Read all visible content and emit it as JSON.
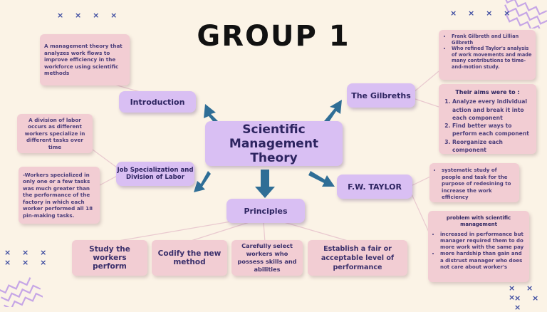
{
  "title": "GROUP 1",
  "center": {
    "line1": "Scientific",
    "line2": "Management Theory"
  },
  "introduction": {
    "label": "Introduction",
    "note": "A management theory that analyzes work flows to improve efficiency in the workforce using scientific methods"
  },
  "gilbreths": {
    "label": "The Gilbreths",
    "bullets": [
      "Frank Gilbreth and Lillian Gilbreth",
      "Who refined Taylor's analysis of work movements and made many contributions to time-and-motion study."
    ],
    "aims_heading": "Their aims were to :",
    "aims": [
      "Analyze every individual action and break it into each component",
      "Find better ways to perform each component",
      "Reorganize each component"
    ]
  },
  "specialization": {
    "label1": "Job Specialization and",
    "label2": "Division of Labor",
    "note1": "A division of labor occurs as different workers specialize in different tasks over time",
    "note2": "-Workers specialized in only one or a few tasks was much greater than the performance of the factory in which each worker performed all 18 pin-making tasks."
  },
  "taylor": {
    "label": "F.W. TAYLOR",
    "bullets": [
      "systematic study of people and task for the purpose of redesining to increase the work efficiency"
    ],
    "problem_heading": "problem with scientific management",
    "problem_bullets": [
      "increased in performance but manager required them to do more work with the same pay",
      "more hardship than gain and a distrust manager who does not care about worker's"
    ]
  },
  "principles": {
    "label": "Principles",
    "items": [
      "Study the workers perform",
      "Codify the new method",
      "Carefully select workers who possess skills and abilities",
      "Establish a fair or acceptable level of performance"
    ]
  },
  "decor": {
    "x_top_left": "× × × ×",
    "x_top_right": "× × × ×",
    "x_bottom_left": "× × ×",
    "x_bottom_right": "× × ×",
    "icon": "zigzag-icon"
  },
  "colors": {
    "background": "#fbf3e6",
    "pink_box": "#f2cdd3",
    "lavender_box": "#d9bff3",
    "arrow": "#2f6e96"
  }
}
